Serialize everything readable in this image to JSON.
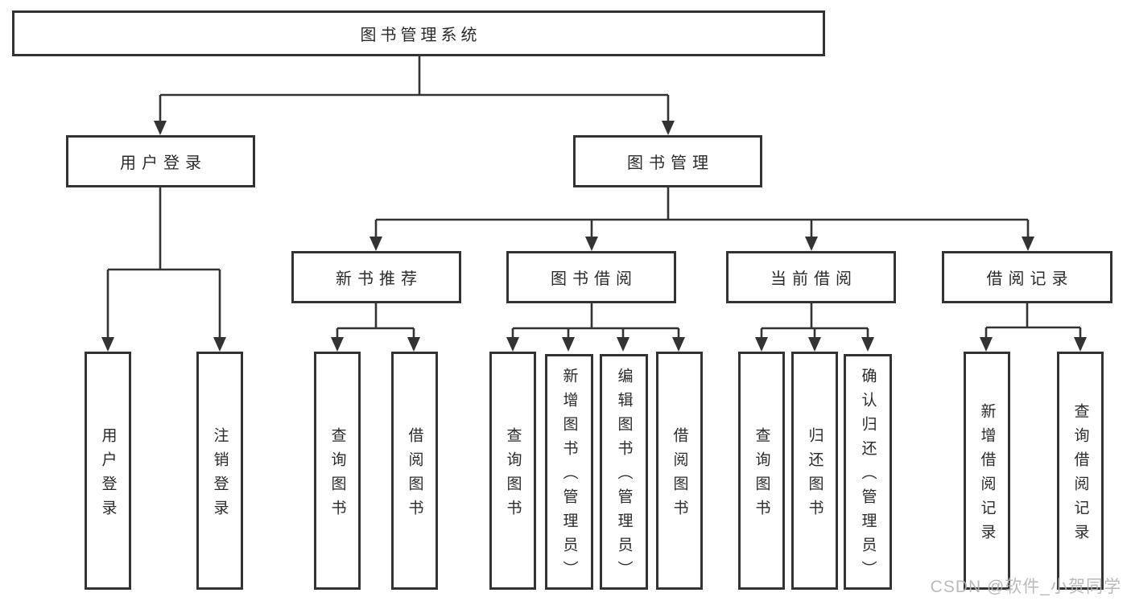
{
  "diagram": {
    "root": {
      "label": "图书管理系统",
      "children": [
        {
          "label": "用户登录",
          "children": [
            {
              "label": "用户登录"
            },
            {
              "label": "注销登录"
            }
          ]
        },
        {
          "label": "图书管理",
          "children": [
            {
              "label": "新书推荐",
              "children": [
                {
                  "label": "查询图书"
                },
                {
                  "label": "借阅图书"
                }
              ]
            },
            {
              "label": "图书借阅",
              "children": [
                {
                  "label": "查询图书"
                },
                {
                  "label": "新增图书（管理员）"
                },
                {
                  "label": "编辑图书（管理员）"
                },
                {
                  "label": "借阅图书"
                }
              ]
            },
            {
              "label": "当前借阅",
              "children": [
                {
                  "label": "查询图书"
                },
                {
                  "label": "归还图书"
                },
                {
                  "label": "确认归还（管理员）"
                }
              ]
            },
            {
              "label": "借阅记录",
              "children": [
                {
                  "label": "新增借阅记录"
                },
                {
                  "label": "查询借阅记录"
                }
              ]
            }
          ]
        }
      ]
    }
  },
  "colors": {
    "line": "#333333",
    "text": "#2b2b2b",
    "watermark": "#b3b3b3",
    "background": "#ffffff"
  },
  "watermark": {
    "text": "CSDN @软件_小贺同学"
  }
}
